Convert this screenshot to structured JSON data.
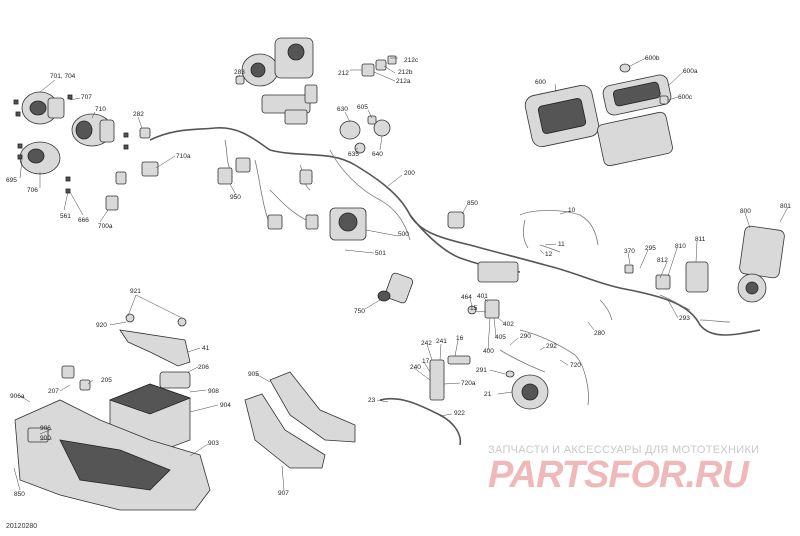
{
  "diagram_id": "20120280",
  "watermark": {
    "tagline": "ЗАПЧАСТИ И АКСЕССУАРЫ ДЛЯ МОТОТЕХНИКИ",
    "logo": "PARTSFOR.RU",
    "logo_color": "#e98a8a"
  },
  "callouts": [
    "701, 704",
    "707",
    "710",
    "282",
    "283",
    "710a",
    "695",
    "706",
    "561",
    "666",
    "700a",
    "950",
    "212",
    "212c",
    "212b",
    "212a",
    "630",
    "605",
    "635",
    "640",
    "600",
    "600b",
    "600a",
    "600c",
    "200",
    "850",
    "10",
    "11",
    "12",
    "500",
    "501",
    "750",
    "370",
    "295",
    "810",
    "811",
    "812",
    "800",
    "801",
    "293",
    "464",
    "401",
    "15",
    "402",
    "405",
    "400",
    "290",
    "280",
    "242",
    "241",
    "16",
    "17",
    "240",
    "720a",
    "291",
    "292",
    "720",
    "21",
    "23",
    "922",
    "921",
    "920",
    "41",
    "206",
    "205",
    "207",
    "906a",
    "908",
    "906",
    "904",
    "900",
    "905",
    "903",
    "907",
    "850"
  ]
}
